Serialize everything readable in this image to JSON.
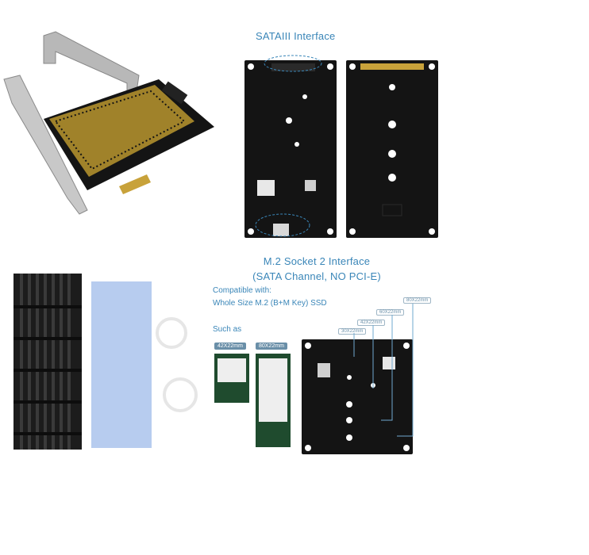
{
  "sata_title": "SATAIII Interface",
  "m2_title_line1": "M.2 Socket 2 Interface",
  "m2_title_line2": "(SATA Channel, NO PCI-E)",
  "compatible_line1": "Compatible with:",
  "compatible_line2": "Whole Size M.2 (B+M Key) SSD",
  "such_as": "Such as",
  "size_tags": [
    "42X22mm",
    "80X22mm",
    "30X22mm",
    "42X22mm",
    "60X22mm",
    "80X22mm"
  ],
  "colors": {
    "accent": "#3a86b8",
    "board": "#111111",
    "gold": "#c8a23a",
    "blue_pad": "#b7ccef"
  }
}
